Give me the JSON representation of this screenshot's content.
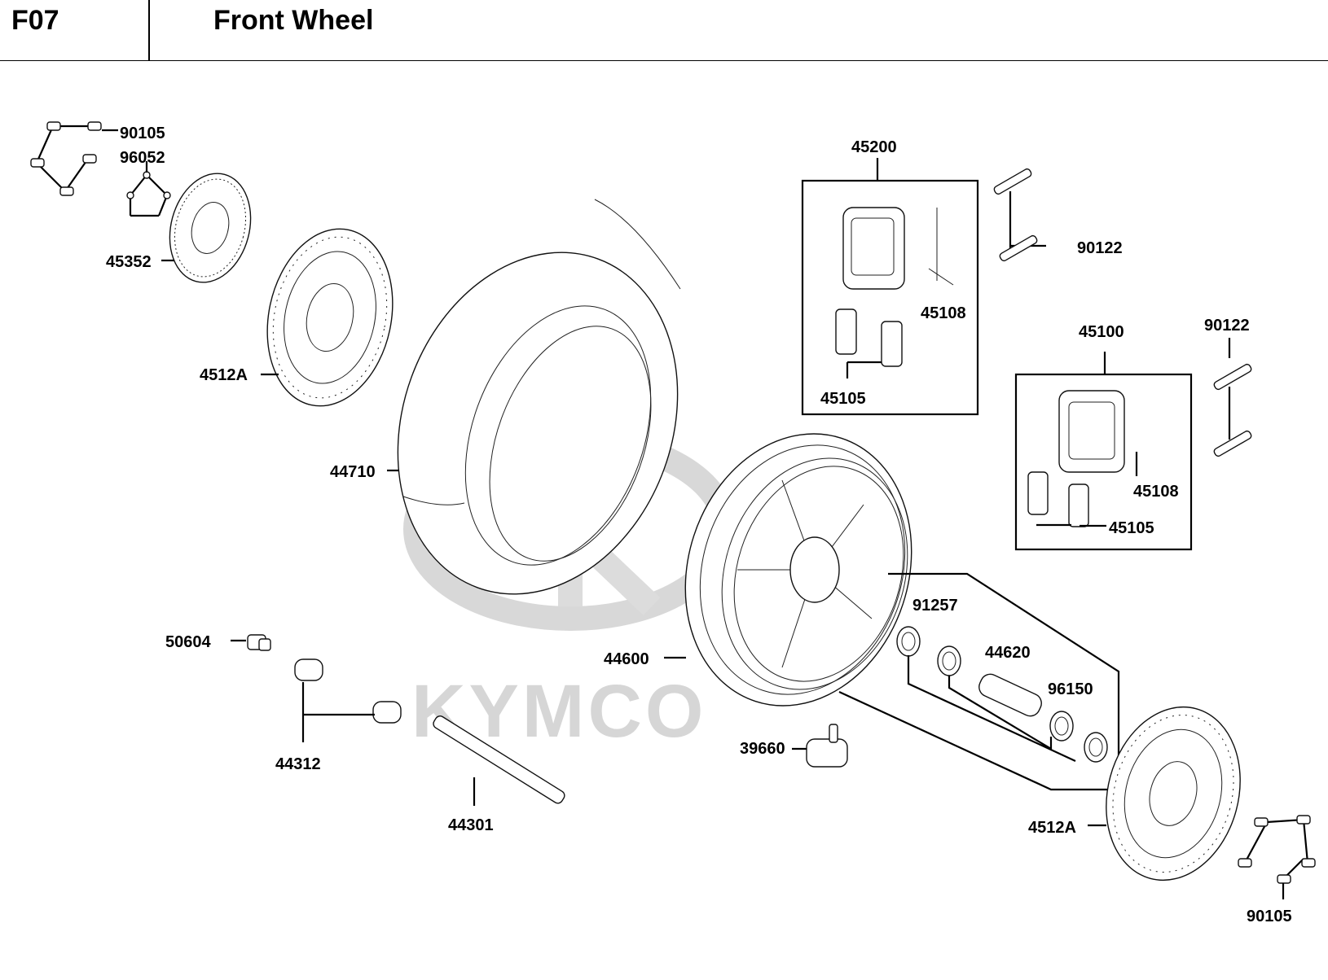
{
  "header": {
    "code": "F07",
    "title": "Front Wheel"
  },
  "watermark": {
    "brand": "KYMCO"
  },
  "callouts": [
    {
      "id": "l-90105-a",
      "text": "90105"
    },
    {
      "id": "l-96052",
      "text": "96052"
    },
    {
      "id": "l-45352",
      "text": "45352"
    },
    {
      "id": "l-4512a-a",
      "text": "4512A"
    },
    {
      "id": "l-44710",
      "text": "44710"
    },
    {
      "id": "l-45200",
      "text": "45200"
    },
    {
      "id": "l-45108-a",
      "text": "45108"
    },
    {
      "id": "l-45105-a",
      "text": "45105"
    },
    {
      "id": "l-90122-a",
      "text": "90122"
    },
    {
      "id": "l-45100",
      "text": "45100"
    },
    {
      "id": "l-90122-b",
      "text": "90122"
    },
    {
      "id": "l-45108-b",
      "text": "45108"
    },
    {
      "id": "l-45105-b",
      "text": "45105"
    },
    {
      "id": "l-91257",
      "text": "91257"
    },
    {
      "id": "l-44620",
      "text": "44620"
    },
    {
      "id": "l-96150",
      "text": "96150"
    },
    {
      "id": "l-44600",
      "text": "44600"
    },
    {
      "id": "l-50604",
      "text": "50604"
    },
    {
      "id": "l-44312",
      "text": "44312"
    },
    {
      "id": "l-44301",
      "text": "44301"
    },
    {
      "id": "l-39660",
      "text": "39660"
    },
    {
      "id": "l-4512a-b",
      "text": "4512A"
    },
    {
      "id": "l-90105-b",
      "text": "90105"
    }
  ]
}
